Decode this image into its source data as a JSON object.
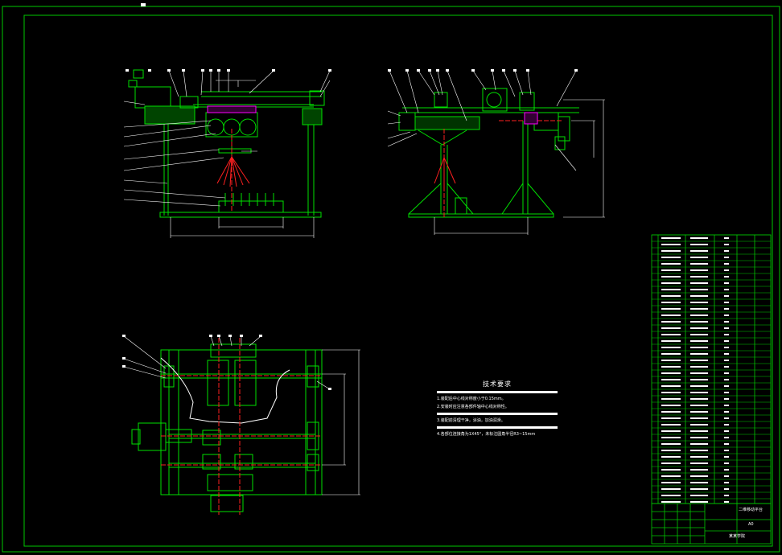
{
  "tech_requirements": {
    "title": "技术要求",
    "items": [
      "1.装配后中心线对称度小于0.15mm。",
      "2.安装时应注意各部件轴中心线对称性。",
      "3.装配前清理干净，涂油，加油润滑。",
      "4.各部位连接角为1X45°，未标注圆角半径R3~15mm"
    ]
  },
  "title_block": {
    "drawing_name": "二维移动平台",
    "scale": "A0",
    "school": "某某学院"
  },
  "colors": {
    "background": "#000000",
    "frame": "#00c800",
    "part": "#00e000",
    "dimension": "#ffffff",
    "centerline": "#ff2020",
    "section": "#ff00ff",
    "text": "#ffffff"
  }
}
